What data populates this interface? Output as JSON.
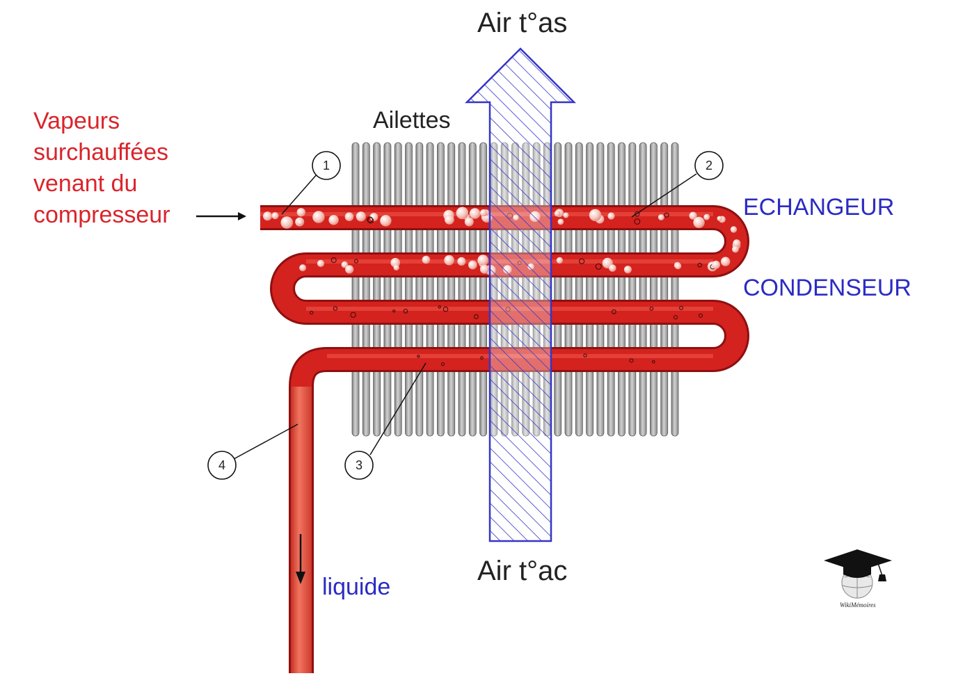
{
  "labels": {
    "air_out": "Air t°as",
    "air_in": "Air t°ac",
    "fins": "Ailettes",
    "vapor_lines": [
      "Vapeurs",
      "surchauffées",
      "venant du",
      "compresseur"
    ],
    "exchanger": "ECHANGEUR",
    "condenser": "CONDENSEUR",
    "liquid": "liquide"
  },
  "callouts": [
    "1",
    "2",
    "3",
    "4"
  ],
  "watermark": "WikiMémoires",
  "colors": {
    "vapor_text": "#d9252b",
    "component_text": "#2b2bc4",
    "pipe": "#cc1c1c",
    "liquid_pipe": "#e4473a",
    "fins": "#9a9a9a",
    "air_hatch": "#3535c8"
  },
  "icons": [
    "inlet-arrow-icon",
    "airflow-arrow-icon",
    "flow-down-arrow-icon",
    "graduation-cap-globe-icon"
  ]
}
